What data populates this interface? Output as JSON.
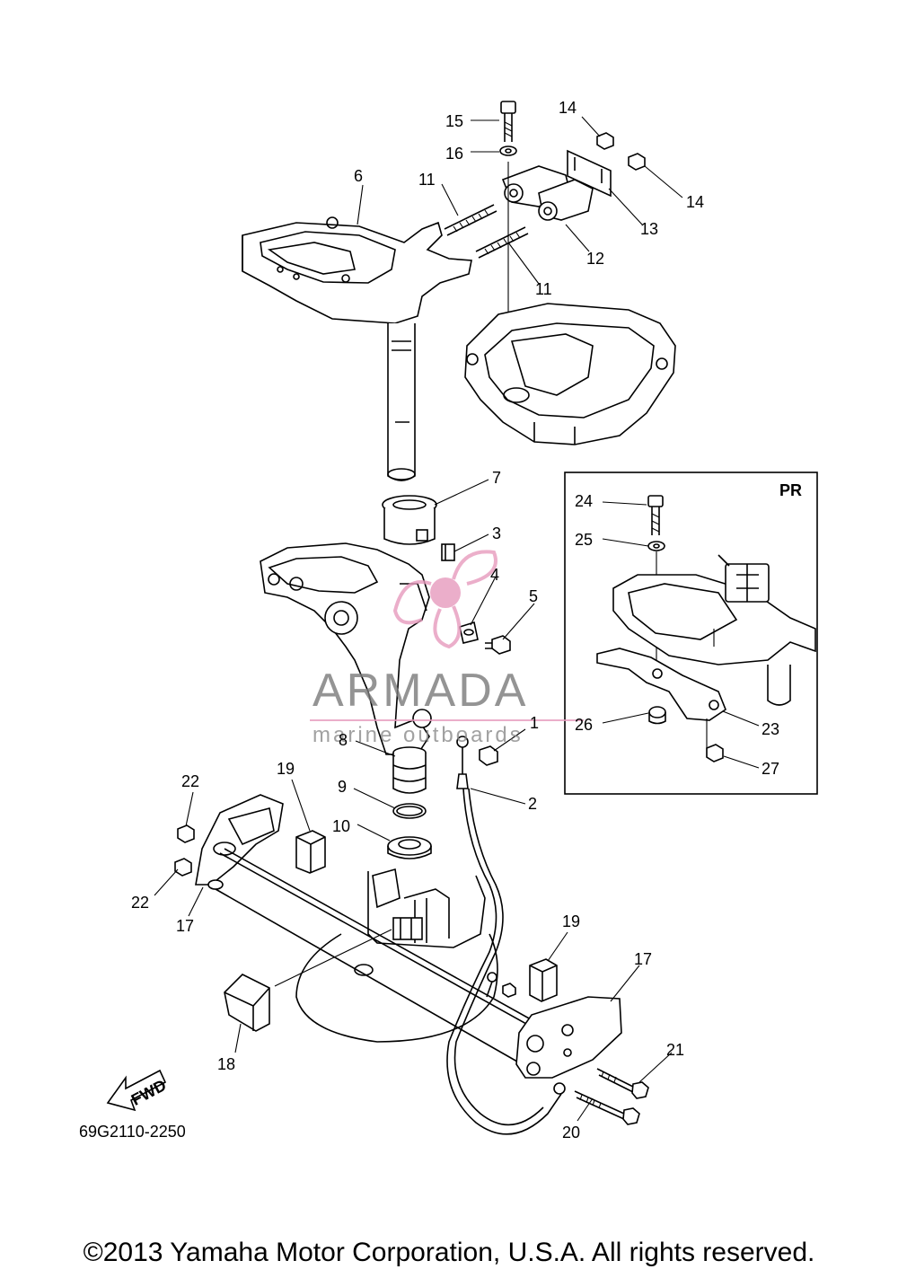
{
  "diagram": {
    "callouts": [
      "1",
      "2",
      "3",
      "4",
      "5",
      "6",
      "7",
      "8",
      "9",
      "10",
      "11",
      "11",
      "12",
      "13",
      "14",
      "14",
      "15",
      "16",
      "17",
      "17",
      "18",
      "19",
      "19",
      "20",
      "21",
      "22",
      "22",
      "23",
      "24",
      "25",
      "26",
      "27"
    ],
    "inset_label": "PR",
    "part_number": "69G2110-2250",
    "fwd_label": "FWD"
  },
  "watermark": {
    "brand": "ARMADA",
    "tagline": "marine outboards",
    "accent_color": "#e79bbd"
  },
  "footer": {
    "copyright": "©2013 Yamaha Motor Corporation, U.S.A. All rights reserved."
  }
}
